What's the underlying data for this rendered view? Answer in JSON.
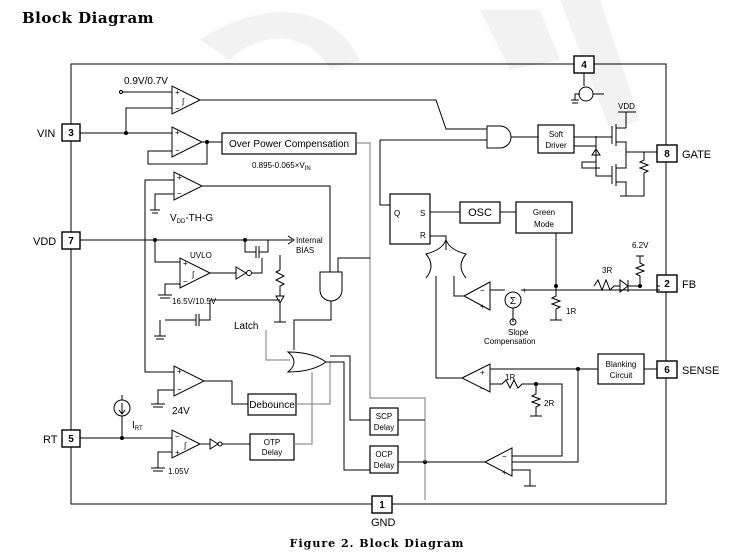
{
  "title": "Block Diagram",
  "caption": "Figure 2. Block Diagram",
  "pins": {
    "vin": {
      "number": "3",
      "label": "VIN"
    },
    "vdd": {
      "number": "7",
      "label": "VDD"
    },
    "rt": {
      "number": "5",
      "label": "RT"
    },
    "top": {
      "number": "4"
    },
    "gate": {
      "number": "8",
      "label": "GATE"
    },
    "fb": {
      "number": "2",
      "label": "FB"
    },
    "sense": {
      "number": "6",
      "label": "SENSE"
    },
    "gnd": {
      "number": "1",
      "label": "GND"
    }
  },
  "blocks": {
    "over_power": "Over Power Compensation",
    "soft_driver_1": "Soft",
    "soft_driver_2": "Driver",
    "osc": "OSC",
    "green_1": "Green",
    "green_2": "Mode",
    "blanking_1": "Blanking",
    "blanking_2": "Circuit",
    "debounce": "Debounce",
    "otp_1": "OTP",
    "otp_2": "Delay",
    "scp_1": "SCP",
    "scp_2": "Delay",
    "ocp_1": "OCP",
    "ocp_2": "Delay"
  },
  "labels": {
    "vin_thresh": "0.9V/0.7V",
    "op_formula": "0.895-0.065×V",
    "op_formula_sub": "IN",
    "vdd_th": "V",
    "vdd_th_sub": "DD",
    "vdd_th_rest": "-TH-G",
    "uvlo": "UVLO",
    "uvlo_thresh": "16.5V/10.5V",
    "internal_bias_1": "Internal",
    "internal_bias_2": "BIAS",
    "latch": "Latch",
    "ovp_thresh": "24V",
    "irt": "I",
    "irt_sub": "RT",
    "otp_thresh": "1.05V",
    "vdd_gate": "VDD",
    "zener": "6.2V",
    "res_3r": "3R",
    "res_1r_fb": "1R",
    "res_1r_sense": "1R",
    "res_2r": "2R",
    "slope_1": "Slope",
    "slope_2": "Compensation",
    "ff_q": "Q",
    "ff_s": "S",
    "ff_r": "R",
    "sum": "Σ",
    "plus": "+",
    "minus": "−",
    "hyst": "∫"
  }
}
